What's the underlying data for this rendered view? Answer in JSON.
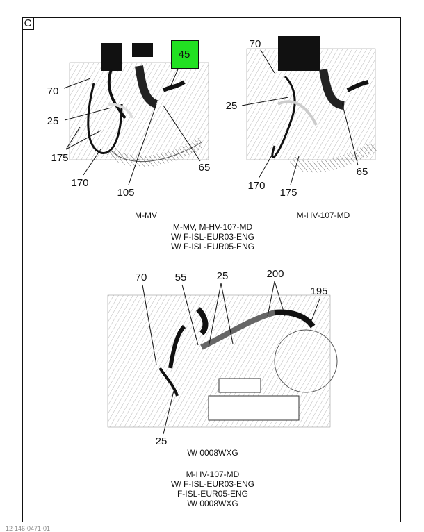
{
  "section_letter": "C",
  "highlight_color": "#22e022",
  "views": [
    {
      "callouts": {
        "c70": "70",
        "c25": "25",
        "c175": "175",
        "c170": "170",
        "c105": "105",
        "c65": "65",
        "c45": "45"
      },
      "caption": "M-MV"
    },
    {
      "callouts": {
        "c70": "70",
        "c25": "25",
        "c170": "170",
        "c175": "175",
        "c65": "65"
      },
      "caption": "M-HV-107-MD"
    },
    {
      "callouts": {
        "c70": "70",
        "c55": "55",
        "c25a": "25",
        "c200": "200",
        "c195": "195",
        "c25b": "25"
      },
      "caption": "W/ 0008WXG"
    }
  ],
  "shared_caption": [
    "M-MV, M-HV-107-MD",
    "W/ F-ISL-EUR03-ENG",
    "W/ F-ISL-EUR05-ENG"
  ],
  "bottom_caption": [
    "M-HV-107-MD",
    "W/ F-ISL-EUR03-ENG",
    "F-ISL-EUR05-ENG",
    "W/ 0008WXG"
  ],
  "footer": {
    "left": "12-146-0471-01"
  }
}
